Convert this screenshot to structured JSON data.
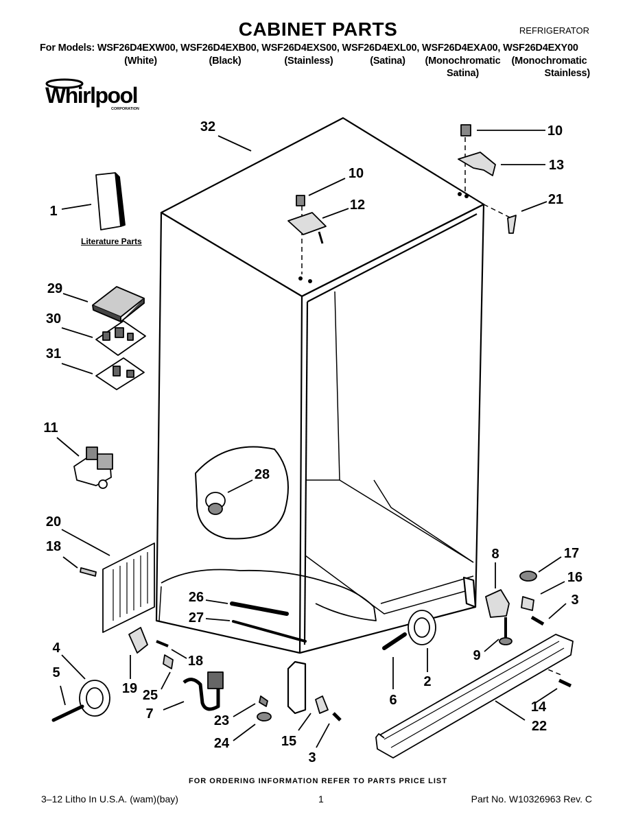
{
  "header": {
    "title": "CABINET PARTS",
    "category": "REFRIGERATOR",
    "models_prefix": "For Models:",
    "models": [
      {
        "code": "WSF26D4EXW00,",
        "variant_line1": "(White)",
        "variant_line2": ""
      },
      {
        "code": "WSF26D4EXB00,",
        "variant_line1": "(Black)",
        "variant_line2": ""
      },
      {
        "code": "WSF26D4EXS00,",
        "variant_line1": "(Stainless)",
        "variant_line2": ""
      },
      {
        "code": "WSF26D4EXL00,",
        "variant_line1": "(Satina)",
        "variant_line2": ""
      },
      {
        "code": "WSF26D4EXA00,",
        "variant_line1": "(Monochromatic",
        "variant_line2": "Satina)"
      },
      {
        "code": "WSF26D4EXY00",
        "variant_line1": "(Monochromatic",
        "variant_line2": "Stainless)"
      }
    ]
  },
  "brand": {
    "name": "Whirlpool",
    "tagline": "CORPORATION"
  },
  "literature_label": "Literature Parts",
  "callouts": [
    "1",
    "2",
    "3",
    "3",
    "4",
    "5",
    "6",
    "7",
    "8",
    "9",
    "10",
    "10",
    "11",
    "12",
    "13",
    "14",
    "15",
    "16",
    "17",
    "18",
    "18",
    "19",
    "20",
    "21",
    "22",
    "23",
    "24",
    "25",
    "26",
    "27",
    "28",
    "29",
    "30",
    "31",
    "32"
  ],
  "ordering_note": "FOR ORDERING INFORMATION REFER TO PARTS PRICE LIST",
  "footer": {
    "litho": "3–12 Litho In U.S.A. (wam)(bay)",
    "page": "1",
    "part_no": "Part No. W10326963 Rev. C"
  },
  "colors": {
    "ink": "#000000",
    "paper": "#ffffff",
    "shade": "#9a9a9a"
  }
}
